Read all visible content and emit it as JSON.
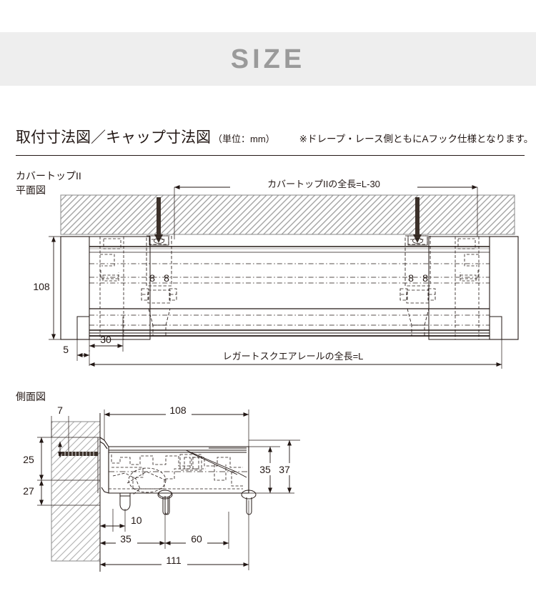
{
  "banner": {
    "title": "SIZE"
  },
  "section": {
    "title": "取付寸法図／キャップ寸法図",
    "unit": "（単位：mm）",
    "note": "※ドレープ・レース側ともにAフック仕様となります。"
  },
  "views": {
    "plan": {
      "product": "カバートップII",
      "label": "平面図"
    },
    "side": {
      "label": "側面図"
    }
  },
  "plan_dimensions": {
    "top_span_label": "カバートップIIの全長=L-30",
    "bottom_span_label": "レガートスクエアレールの全長=L",
    "height": "108",
    "offset_left": "5",
    "cap_width": "30"
  },
  "side_dimensions": {
    "wall_gap": "7",
    "upper_height": "25",
    "lower_height": "27",
    "total_width": "108",
    "inner_height": "35",
    "outer_height": "37",
    "hook_offset": "10",
    "first_runner": "35",
    "runner_spacing": "60",
    "overall_width": "111"
  },
  "colors": {
    "banner_bg": "#eeeeee",
    "banner_text": "#9a9a9a",
    "ink": "#231815",
    "hatch": "#9d9d9d",
    "screw": "#3b3029"
  }
}
